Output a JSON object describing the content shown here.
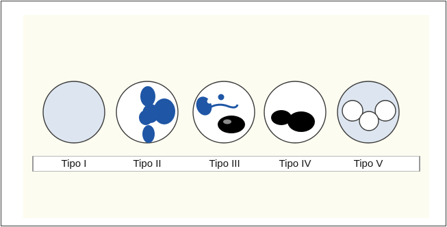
{
  "figure": {
    "cell_types": [
      {
        "label": "Tipo I",
        "icon": "empty-cell-icon"
      },
      {
        "label": "Tipo II",
        "icon": "blue-lobed-mass-icon"
      },
      {
        "label": "Tipo III",
        "icon": "blue-and-black-inclusions-icon"
      },
      {
        "label": "Tipo IV",
        "icon": "two-black-inclusions-icon"
      },
      {
        "label": "Tipo V",
        "icon": "three-vacuoles-icon"
      }
    ],
    "colors": {
      "cell_fill_light": "#dde6f0",
      "cell_outline": "#3b3b3b",
      "blue_inclusion": "#1f56a6",
      "black_inclusion": "#000000",
      "panel_background": "#fdfcf0"
    }
  }
}
